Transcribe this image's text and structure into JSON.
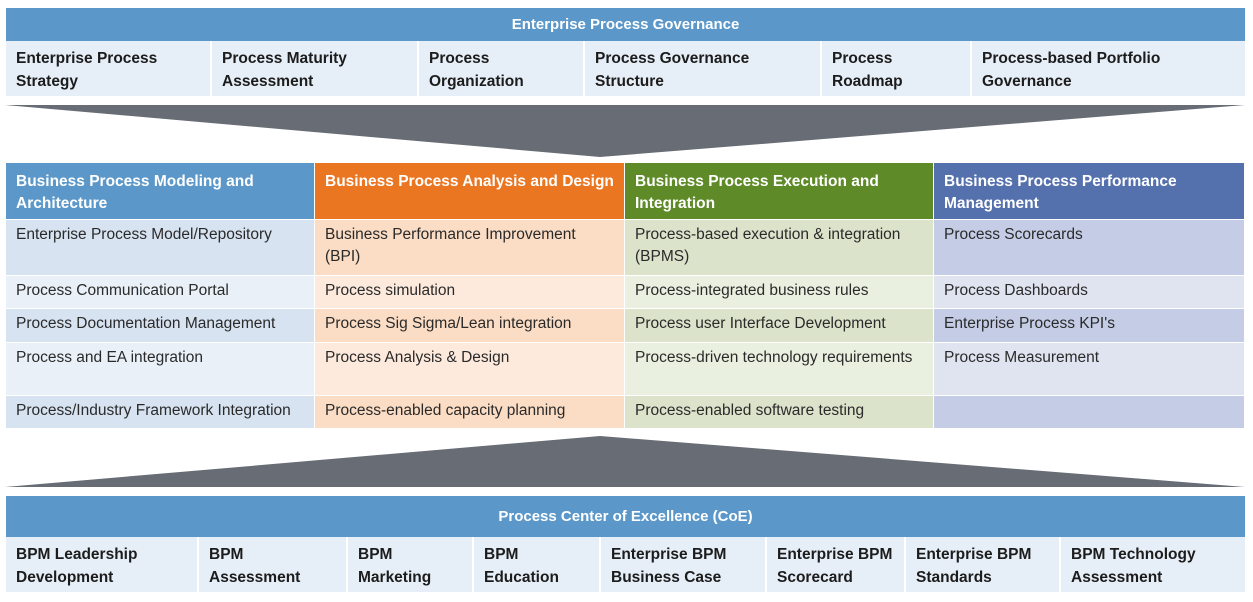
{
  "governance": {
    "title": "Enterprise Process Governance",
    "items": [
      "Enterprise Process Strategy",
      "Process Maturity Assessment",
      "Process Organization",
      "Process Governance Structure",
      "Process Roadmap",
      "Process-based Portfolio Governance"
    ]
  },
  "colors": {
    "band": "#5b98c9",
    "col1": "#5b98c9",
    "col2": "#ea7622",
    "col3": "#5e8a28",
    "col4": "#5470ad",
    "arrow": "#676c75"
  },
  "columns": [
    {
      "header": "Business Process Modeling and Architecture",
      "items": [
        "Enterprise Process Model/Repository",
        "Process Communication Portal",
        "Process Documentation Management",
        "Process and EA integration",
        "Process/Industry Framework Integration"
      ]
    },
    {
      "header": "Business Process Analysis and Design",
      "items": [
        "Business Performance Improvement (BPI)",
        "Process simulation",
        "Process Sig Sigma/Lean integration",
        "Process Analysis & Design",
        "Process-enabled capacity planning"
      ]
    },
    {
      "header": "Business Process Execution and Integration",
      "items": [
        "Process-based execution & integration (BPMS)",
        "Process-integrated business rules",
        "Process user Interface Development",
        "Process-driven technology requirements",
        "Process-enabled software testing"
      ]
    },
    {
      "header": "Business Process Performance Management",
      "items": [
        "Process Scorecards",
        "Process Dashboards",
        "Enterprise Process KPI's",
        "Process Measurement",
        ""
      ]
    }
  ],
  "coe": {
    "title": "Process Center of Excellence (CoE)",
    "items": [
      "BPM Leadership Development",
      "BPM Assessment",
      "BPM Marketing",
      "BPM Education",
      "Enterprise BPM Business Case",
      "Enterprise BPM Scorecard",
      "Enterprise BPM Standards",
      "BPM Technology Assessment"
    ]
  }
}
